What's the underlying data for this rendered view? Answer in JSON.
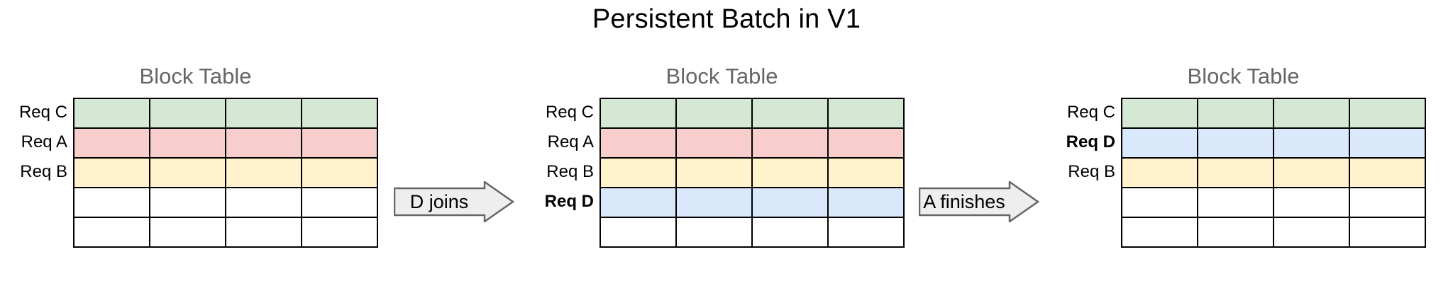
{
  "title": "Persistent Batch in V1",
  "colors": {
    "green": "#d5e8d4",
    "pink": "#f8cecc",
    "yellow": "#fff2cc",
    "blue": "#dae8fc",
    "white": "#ffffff",
    "grid_border": "#000000",
    "panel_title": "#666666",
    "arrow_fill": "#eeeeee",
    "arrow_stroke": "#666666"
  },
  "panels": [
    {
      "heading": "Block Table",
      "columns": 4,
      "rows": [
        {
          "label": "Req C",
          "bold": false,
          "color": "#d5e8d4"
        },
        {
          "label": "Req A",
          "bold": false,
          "color": "#f8cecc"
        },
        {
          "label": "Req B",
          "bold": false,
          "color": "#fff2cc"
        },
        {
          "label": "",
          "bold": false,
          "color": "#ffffff"
        },
        {
          "label": "",
          "bold": false,
          "color": "#ffffff"
        }
      ]
    },
    {
      "heading": "Block Table",
      "columns": 4,
      "rows": [
        {
          "label": "Req C",
          "bold": false,
          "color": "#d5e8d4"
        },
        {
          "label": "Req A",
          "bold": false,
          "color": "#f8cecc"
        },
        {
          "label": "Req B",
          "bold": false,
          "color": "#fff2cc"
        },
        {
          "label": "Req D",
          "bold": true,
          "color": "#dae8fc"
        },
        {
          "label": "",
          "bold": false,
          "color": "#ffffff"
        }
      ]
    },
    {
      "heading": "Block Table",
      "columns": 4,
      "rows": [
        {
          "label": "Req C",
          "bold": false,
          "color": "#d5e8d4"
        },
        {
          "label": "Req D",
          "bold": true,
          "color": "#dae8fc"
        },
        {
          "label": "Req B",
          "bold": false,
          "color": "#fff2cc"
        },
        {
          "label": "",
          "bold": false,
          "color": "#ffffff"
        },
        {
          "label": "",
          "bold": false,
          "color": "#ffffff"
        }
      ]
    }
  ],
  "arrows": [
    {
      "label": "D joins"
    },
    {
      "label": "A finishes"
    }
  ]
}
